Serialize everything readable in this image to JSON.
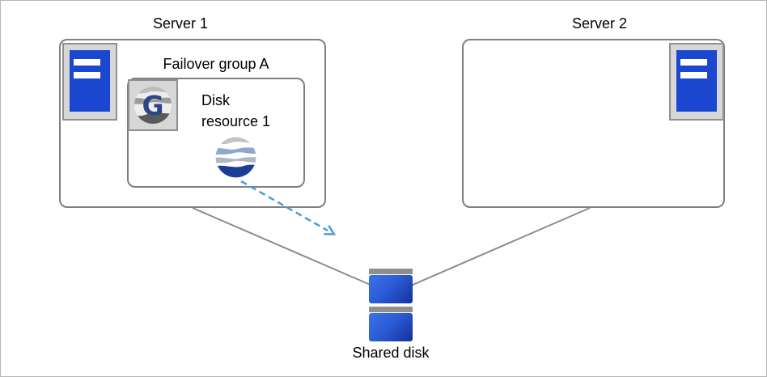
{
  "nodes": {
    "server1": {
      "label": "Server 1"
    },
    "server2": {
      "label": "Server 2"
    },
    "failover_group_a": {
      "label": "Failover group A"
    },
    "disk_resource_1": {
      "label": "Disk resource 1"
    },
    "shared_disk": {
      "label": "Shared disk"
    }
  },
  "icons": {
    "server1": "server-tower-icon",
    "server2": "server-tower-icon",
    "failover_group_badge": "cluster-g-swirl-icon",
    "disk_resource": "swirl-sphere-icon",
    "shared_disk": "disk-stack-icon"
  },
  "connections": [
    {
      "from": "server1",
      "to": "shared_disk",
      "style": "solid-gray-line"
    },
    {
      "from": "server2",
      "to": "shared_disk",
      "style": "solid-gray-line"
    },
    {
      "from": "disk_resource_1",
      "to": "shared_disk",
      "style": "dashed-blue-arrow"
    }
  ],
  "colors": {
    "box_border_gray": "#7f7f7f",
    "connector_gray": "#8c8c8c",
    "arrow_blue": "#4f9bd5",
    "server_icon_blue": "#1b46cf",
    "icon_panel_gray": "#d7d7d7",
    "disk_body_blue": "#2b5cd8",
    "disk_cap_gray": "#8f8f8f",
    "sphere_navy": "#1c3d96"
  }
}
